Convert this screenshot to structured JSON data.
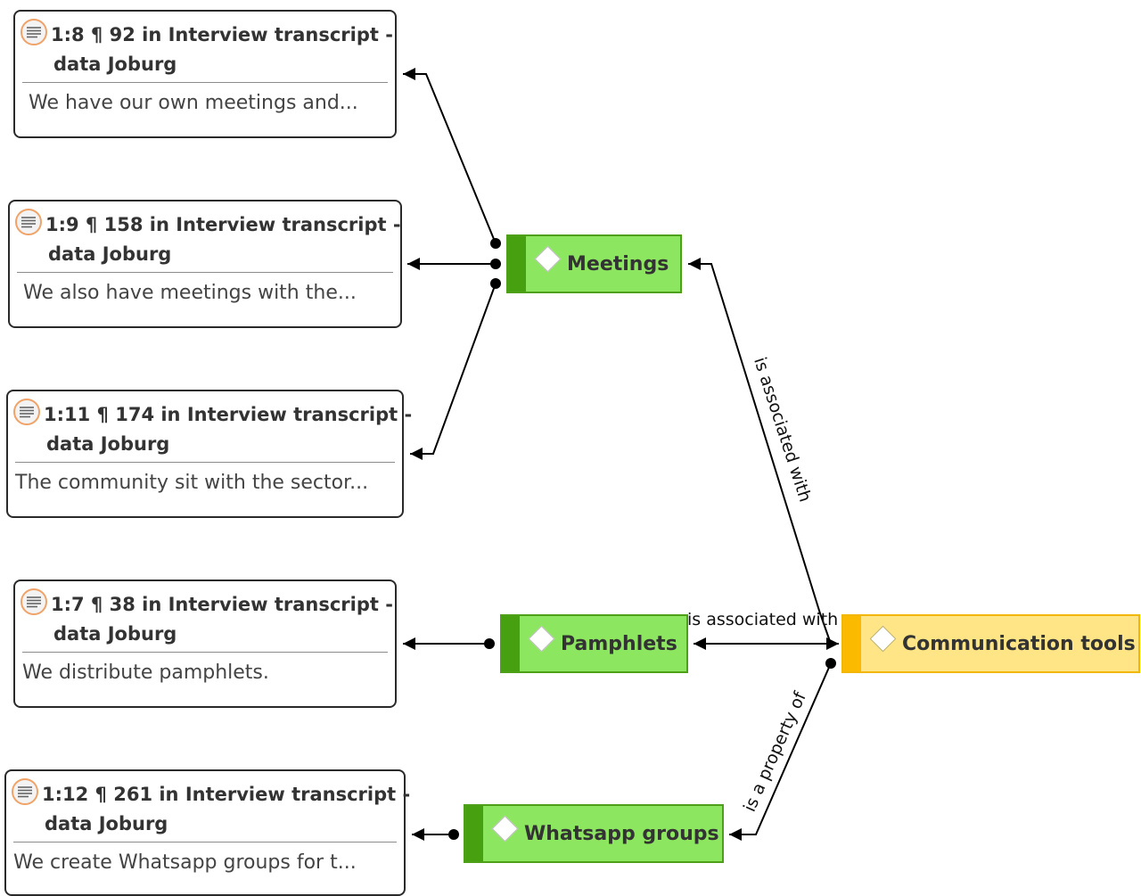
{
  "quotations": [
    {
      "title": "1:8 ¶ 92 in Interview transcript  -",
      "subtitle": "data Joburg",
      "text": "We have our own meetings and..."
    },
    {
      "title": "1:9 ¶ 158 in Interview transcript  -",
      "subtitle": "data Joburg",
      "text": "We also have meetings with the..."
    },
    {
      "title": "1:11 ¶ 174 in Interview transcript  -",
      "subtitle": "data Joburg",
      "text": "The community sit with the sector..."
    },
    {
      "title": "1:7 ¶ 38 in Interview transcript  -",
      "subtitle": "data Joburg",
      "text": "We distribute pamphlets."
    },
    {
      "title": "1:12 ¶ 261 in Interview transcript  -",
      "subtitle": "data Joburg",
      "text": "We create Whatsapp groups for t..."
    }
  ],
  "codes": {
    "meetings": "Meetings",
    "pamphlets": "Pamphlets",
    "whatsapp": "Whatsapp groups",
    "communication": "Communication tools"
  },
  "relations": {
    "meetings_comm": "is associated with",
    "pamphlets_comm": "is associated with",
    "whatsapp_comm": "is a property of"
  },
  "colors": {
    "code_fill": "#8de660",
    "code_bar": "#46a010",
    "code_border": "#4ea018",
    "comm_fill": "#ffe585",
    "comm_bar": "#fbb900",
    "quote_icon_ring": "#f0a368"
  }
}
